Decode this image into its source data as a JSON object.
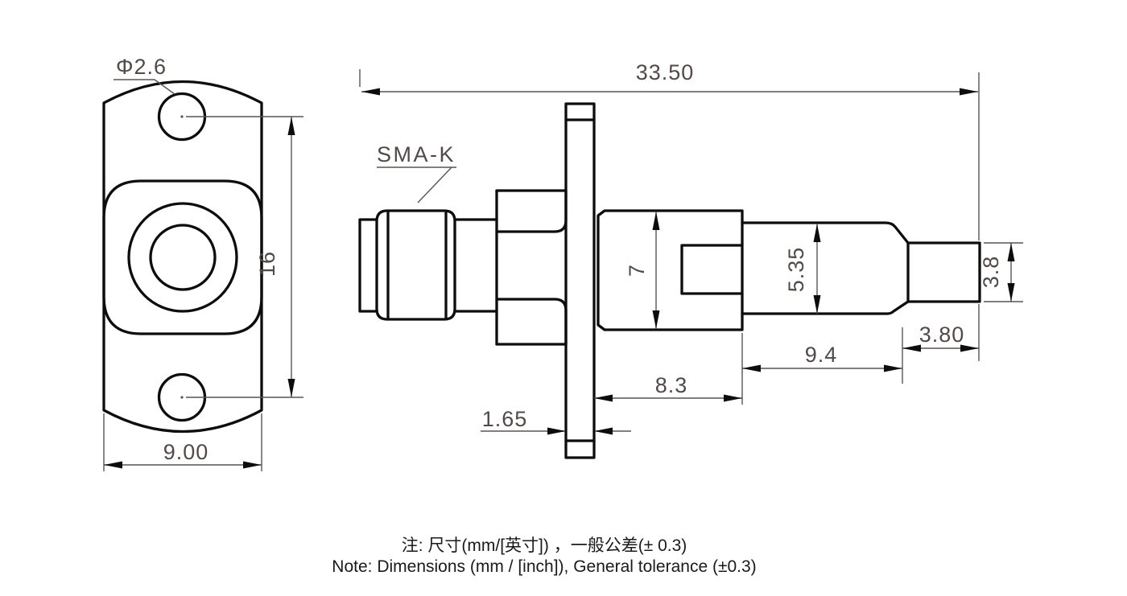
{
  "drawing": {
    "title_labels": {
      "connector_type": "SMA-K",
      "hole_diameter": "Φ2.6"
    },
    "front_view": {
      "dim_hole_spacing": "16",
      "dim_plate_width": "9.00"
    },
    "side_view": {
      "dim_total_length": "33.50",
      "dim_flange_thickness": "1.65",
      "dim_body_length": "8.3",
      "dim_barrel_length": "9.4",
      "dim_tip_length": "3.80",
      "dim_tip_diameter": "3.8",
      "dim_barrel_diameter": "5.35",
      "dim_body_diameter": "7"
    },
    "notes": {
      "zh": "注: 尺寸(mm/[英寸]) ，一般公差(± 0.3)",
      "en": "Note: Dimensions (mm / [inch]), General tolerance (±0.3)"
    },
    "colors": {
      "outline": "#0d0d0d",
      "dim_line": "#555555",
      "dim_text": "#544848",
      "note_text": "#1a1a1a",
      "background": "#ffffff"
    }
  }
}
